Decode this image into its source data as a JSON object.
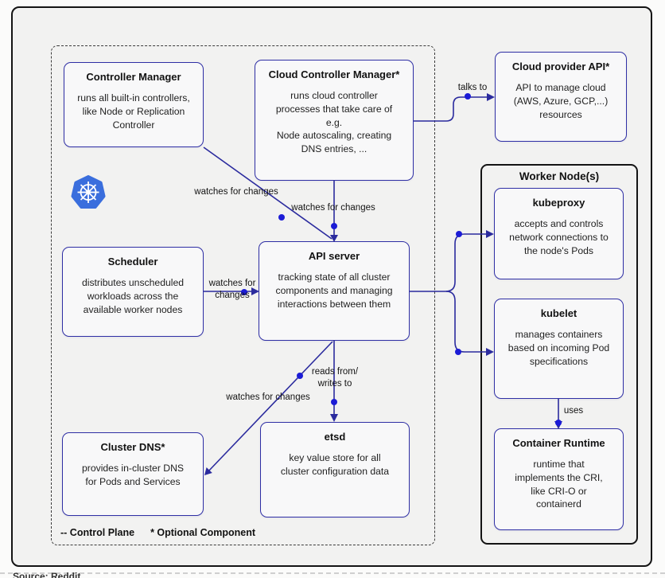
{
  "boxes": {
    "controller_manager": {
      "title": "Controller Manager",
      "body": "runs all built-in controllers,\nlike Node or Replication\nController"
    },
    "cloud_controller_manager": {
      "title": "Cloud Controller Manager*",
      "body": "runs cloud controller\nprocesses that take care of\ne.g.\nNode autoscaling, creating\nDNS entries, ..."
    },
    "cloud_provider_api": {
      "title": "Cloud provider API*",
      "body": "API to manage cloud\n(AWS, Azure, GCP,...)\nresources"
    },
    "scheduler": {
      "title": "Scheduler",
      "body": "distributes unscheduled\nworkloads across the\navailable worker nodes"
    },
    "api_server": {
      "title": "API server",
      "body": "tracking state of all cluster\ncomponents and managing\ninteractions between them"
    },
    "cluster_dns": {
      "title": "Cluster DNS*",
      "body": "provides in-cluster DNS\nfor Pods and Services"
    },
    "etsd": {
      "title": "etsd",
      "body": "key value store for all\ncluster configuration data"
    },
    "kubeproxy": {
      "title": "kubeproxy",
      "body": "accepts and controls\nnetwork connections to\nthe node's Pods"
    },
    "kubelet": {
      "title": "kubelet",
      "body": "manages containers\nbased on incoming Pod\nspecifications"
    },
    "container_runtime": {
      "title": "Container Runtime",
      "body": "runtime that\nimplements the CRI,\nlike CRI-O or\ncontainerd"
    }
  },
  "worker_node": {
    "title": "Worker Node(s)"
  },
  "edge_labels": {
    "talks_to": "talks to",
    "watches_cm": "watches for changes",
    "watches_ccm": "watches for changes",
    "watches_scheduler": "watches for\nchanges",
    "reads_writes": "reads from/\nwrites to",
    "watches_dns": "watches for changes",
    "uses": "uses"
  },
  "legend": {
    "control_plane": "-- Control Plane",
    "optional_component": "* Optional Component"
  },
  "source_caption": "Source: Reddit",
  "colors": {
    "connector_line": "#2b2b9e",
    "box_border": "#2f2fa5",
    "connector_dot": "#1c1cd6",
    "kubernetes_blue": "#3a6edd",
    "frame_black": "#141414"
  }
}
